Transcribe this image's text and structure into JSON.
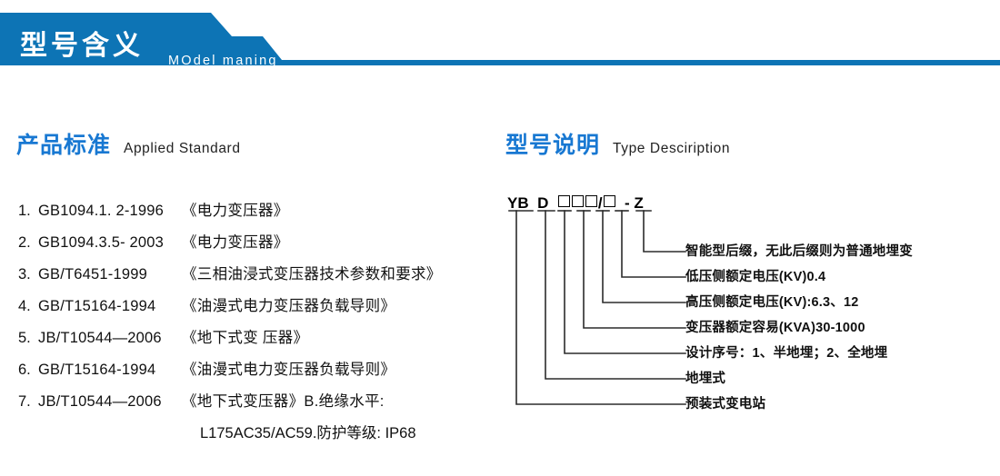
{
  "banner": {
    "title": "型号含义",
    "subtitle": "MOdel maning",
    "color": "#0d74b5"
  },
  "headings": {
    "left": {
      "cn": "产品标准",
      "en": "Applied Standard",
      "color": "#1878d2"
    },
    "right": {
      "cn": "型号说明",
      "en": "Type Desciription",
      "color": "#1878d2"
    }
  },
  "standards": {
    "items": [
      {
        "index": "1.",
        "code": "GB1094.1. 2-1996",
        "title": "《电力变压器》"
      },
      {
        "index": "2.",
        "code": "GB1094.3.5- 2003",
        "title": "《电力变压器》"
      },
      {
        "index": "3.",
        "code": "GB/T6451-1999",
        "title": "《三相油浸式变压器技术参数和要求》"
      },
      {
        "index": "4.",
        "code": "GB/T15164-1994",
        "title": "《油漫式电力变压器负载导则》"
      },
      {
        "index": "5.",
        "code": "JB/T10544—2006",
        "title": "《地下式变 压器》"
      },
      {
        "index": "6.",
        "code": "GB/T15164-1994",
        "title": "《油漫式电力变压器负载导则》"
      },
      {
        "index": "7.",
        "code": "JB/T10544—2006",
        "title": "《地下式变压器》B.绝缘水平:"
      }
    ],
    "continuation": "L175AC35/AC59.防护等级: IP68"
  },
  "type_code": {
    "segments": [
      "YB",
      "D",
      "□",
      "□",
      "□",
      "/",
      "□",
      "-",
      "Z"
    ],
    "display": "YB D □□□/□ - Z"
  },
  "leaders": [
    {
      "label": "智能型后缀，无此后缀则为普通地埋变"
    },
    {
      "label": "低压侧额定电压(KV)0.4"
    },
    {
      "label": "高压侧额定电压(KV):6.3、12"
    },
    {
      "label": "变压器额定容易(KVA)30-1000"
    },
    {
      "label": "设计序号：1、半地埋；2、全地埋"
    },
    {
      "label": "地埋式"
    },
    {
      "label": "预装式变电站"
    }
  ]
}
